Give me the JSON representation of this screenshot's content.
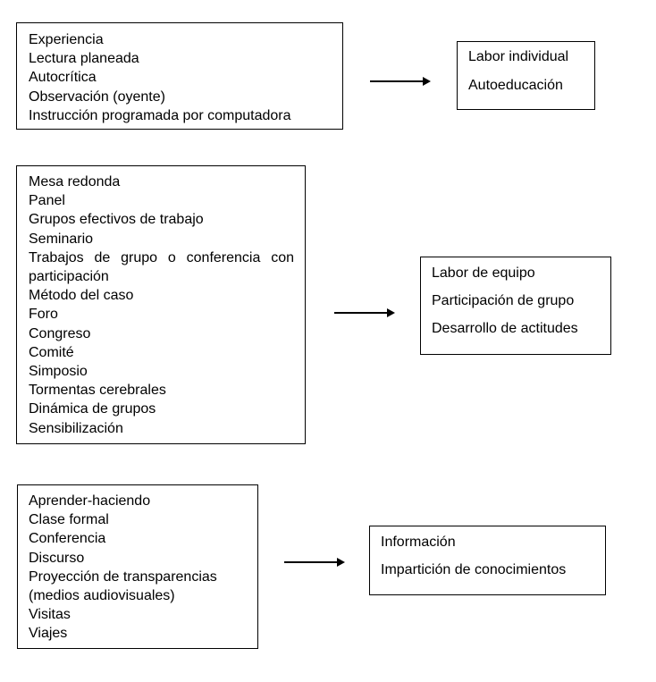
{
  "groups": [
    {
      "methods": [
        "Experiencia",
        "Lectura planeada",
        "Autocrítica",
        "Observación (oyente)",
        "Instrucción programada por computadora"
      ],
      "outcomes": [
        "Labor individual",
        "Autoeducación"
      ]
    },
    {
      "methods": [
        "Mesa redonda",
        "Panel",
        "Grupos efectivos de trabajo",
        "Seminario",
        "Trabajos de grupo o conferencia con participación",
        "Método del caso",
        "Foro",
        "Congreso",
        "Comité",
        "Simposio",
        "Tormentas cerebrales",
        "Dinámica de grupos",
        "Sensibilización"
      ],
      "outcomes": [
        "Labor de equipo",
        "Participación de grupo",
        "Desarrollo de actitudes"
      ]
    },
    {
      "methods": [
        "Aprender-haciendo",
        "Clase formal",
        "Conferencia",
        "Discurso",
        "Proyección de transparencias (medios audiovisuales)",
        "Visitas",
        "Viajes"
      ],
      "outcomes": [
        "Información",
        "Impartición de conocimientos"
      ]
    }
  ]
}
